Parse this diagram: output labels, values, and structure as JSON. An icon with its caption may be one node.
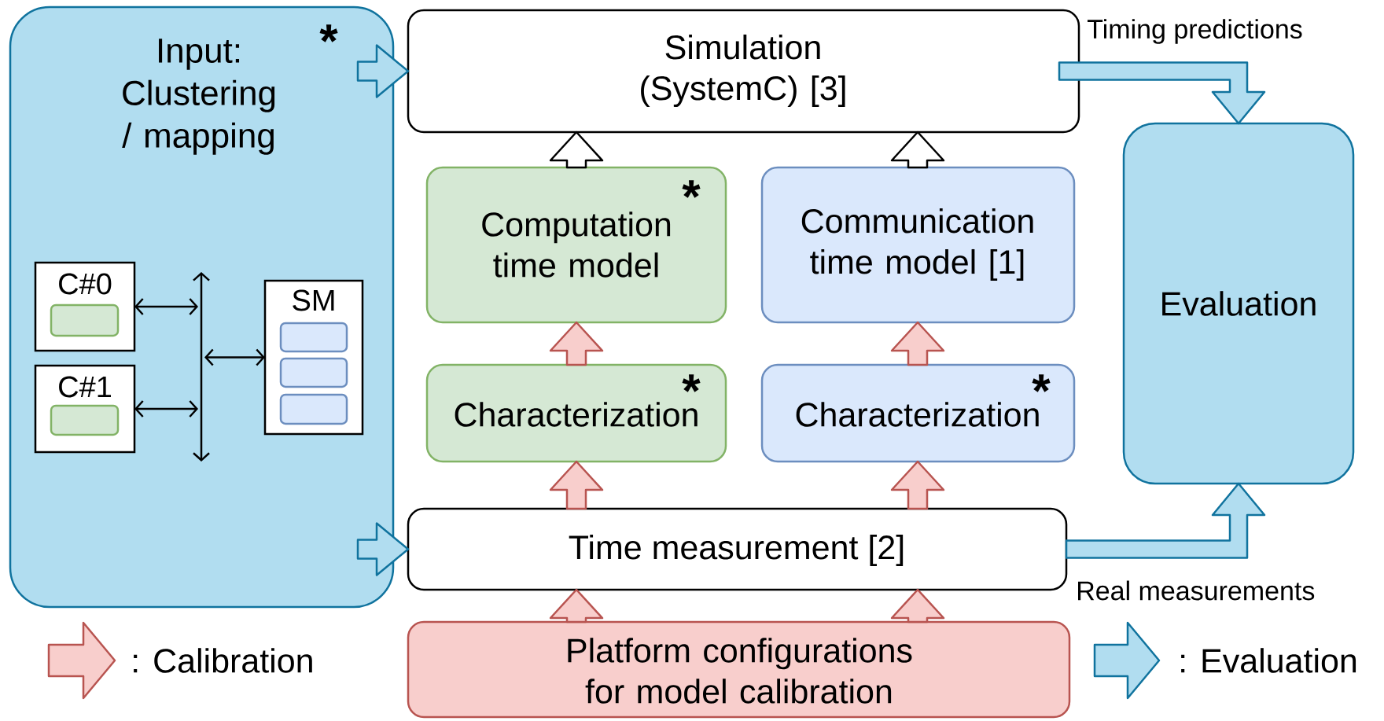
{
  "diagram": {
    "nodes": [
      {
        "text": [
          "*",
          "Input: Clustering / mapping"
        ]
      },
      {
        "text": [
          "C#0"
        ],
        "in": 0
      },
      {
        "text": [],
        "shape": "box",
        "in": 1
      },
      {
        "text": [
          "C#1"
        ],
        "in": 0
      },
      {
        "text": [],
        "shape": "box",
        "in": 3
      },
      {
        "text": [],
        "shape": "bar",
        "in": 0
      },
      {
        "text": [
          "SM"
        ],
        "in": 0
      },
      {
        "text": [],
        "shape": "box",
        "in": 6
      },
      {
        "text": [],
        "shape": "box",
        "in": 6
      },
      {
        "text": [],
        "shape": "box",
        "in": 6
      },
      {
        "text": [
          "Simulation (SystemC) [3]"
        ]
      },
      {
        "text": [
          "*",
          "Computation time model"
        ]
      },
      {
        "text": [
          "Communication time model [1]"
        ]
      },
      {
        "text": [
          "*",
          "Characterization"
        ]
      },
      {
        "text": [
          "*",
          "Characterization"
        ]
      },
      {
        "text": [
          "Time measurement [2]"
        ]
      },
      {
        "text": [
          "Platform configurations for model calibration"
        ]
      },
      {
        "text": [
          "Evaluation"
        ]
      }
    ],
    "edges": [
      {
        "from": 0,
        "to": 10,
        "arrow": "to",
        "color": "#b1ddf0"
      },
      {
        "from": 0,
        "to": 15,
        "arrow": "to",
        "color": "#b1ddf0"
      },
      {
        "from": 1,
        "to": 5,
        "arrow": "both"
      },
      {
        "from": 3,
        "to": 5,
        "arrow": "both"
      },
      {
        "from": 5,
        "to": 6,
        "arrow": "both"
      },
      {
        "from": 11,
        "to": 10,
        "arrow": "to",
        "color": "#ffffff"
      },
      {
        "from": 12,
        "to": 10,
        "arrow": "to",
        "color": "#ffffff"
      },
      {
        "from": 13,
        "to": 11,
        "arrow": "to"
      },
      {
        "from": 14,
        "to": 12,
        "arrow": "to"
      },
      {
        "from": 15,
        "to": 13,
        "arrow": "to"
      },
      {
        "from": 15,
        "to": 14,
        "arrow": "to"
      },
      {
        "from": 16,
        "to": 15,
        "arrow": "to"
      },
      {
        "from": 16,
        "to": 15,
        "arrow": "to"
      },
      {
        "from": 10,
        "to": 17,
        "arrow": "to",
        "color": "#b1ddf0",
        "label": "Timing predictions"
      },
      {
        "from": 15,
        "to": 17,
        "arrow": "to",
        "color": "#b1ddf0",
        "label": "Real measurements"
      }
    ],
    "legend": [
      {
        "text": ": Calibration",
        "color": "#f8cecc"
      },
      {
        "text": ": Evaluation",
        "color": "#b1ddf0"
      }
    ]
  }
}
